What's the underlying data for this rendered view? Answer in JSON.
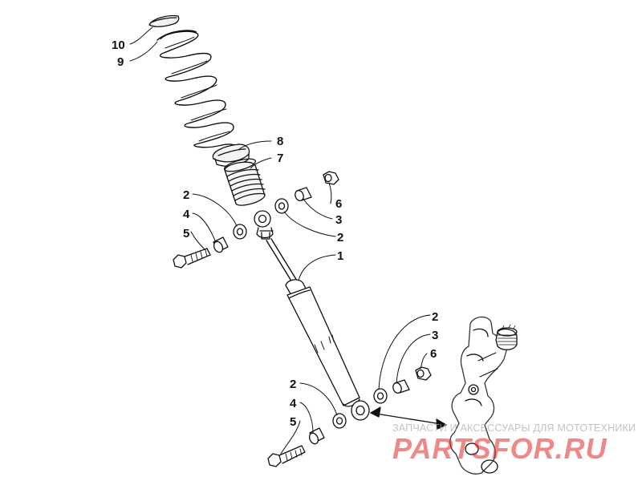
{
  "callouts": {
    "c10": "10",
    "c9": "9",
    "c8": "8",
    "c7": "7",
    "c2a": "2",
    "c4a": "4",
    "c5a": "5",
    "c6a": "6",
    "c3a": "3",
    "c2b": "2",
    "c1": "1",
    "c2c": "2",
    "c3b": "3",
    "c6b": "6",
    "c2d": "2",
    "c4b": "4",
    "c5b": "5"
  },
  "watermark": {
    "subtitle": "ЗАПЧАСТИ И АКСЕССУАРЫ ДЛЯ МОТОТЕХНИКИ",
    "logo": "PARTSFOR.RU"
  },
  "colors": {
    "line": "#111111",
    "watermark_red": "#e02828",
    "watermark_grey": "#afafaf"
  }
}
